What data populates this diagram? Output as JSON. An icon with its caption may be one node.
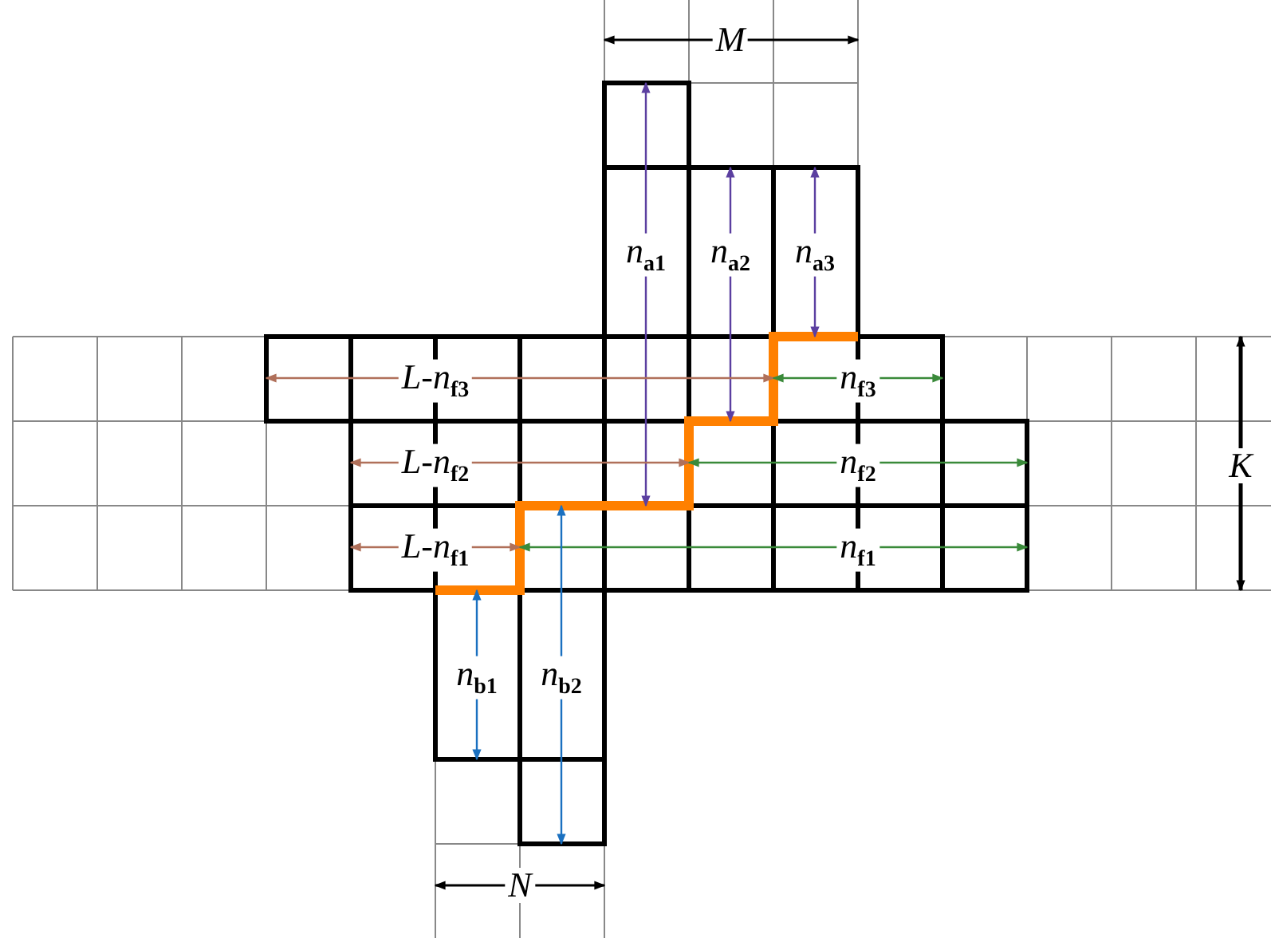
{
  "diagram": {
    "labels": [
      "M",
      "n$_{a1}$",
      "n$_{a2}$",
      "n$_{a3}$",
      "L-n$_{f3}$",
      "n$_{f3}$",
      "L-n$_{f2}$",
      "n$_{f2}$",
      "L-n$_{f1}$",
      "n$_{f1}$",
      "K",
      "n$_{b1}$",
      "n$_{b2}$",
      "N"
    ]
  }
}
